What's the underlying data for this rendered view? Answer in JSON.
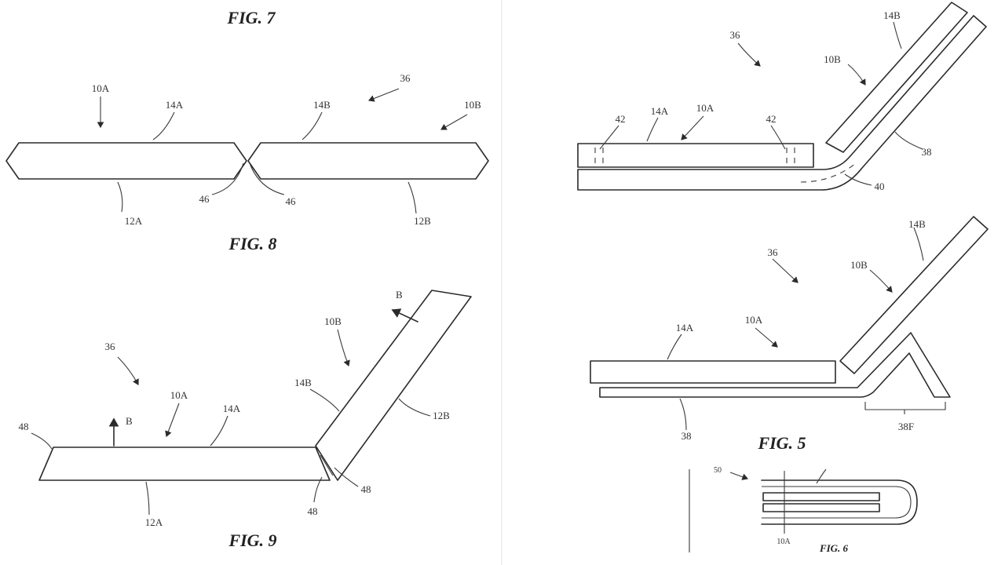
{
  "figures": {
    "fig5": "FIG. 5",
    "fig6": "FIG. 6",
    "fig7": "FIG. 7",
    "fig8": "FIG. 8",
    "fig9": "FIG. 9"
  },
  "labels": {
    "n36": "36",
    "n10A": "10A",
    "n10B": "10B",
    "n14A": "14A",
    "n14B": "14B",
    "n12A": "12A",
    "n12B": "12B",
    "n46": "46",
    "n48": "48",
    "n42": "42",
    "n38": "38",
    "n40": "40",
    "n38F": "38F",
    "n50": "50",
    "B": "B"
  }
}
